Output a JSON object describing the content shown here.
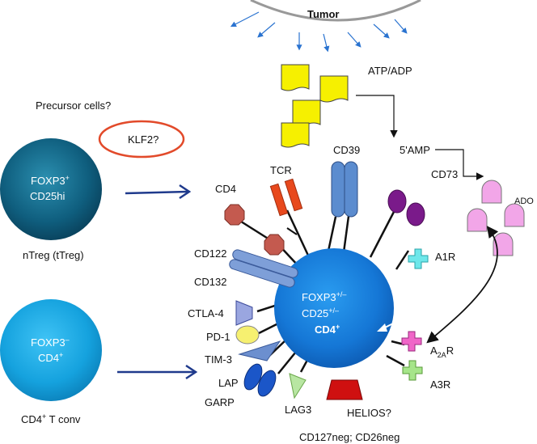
{
  "tumor": {
    "label": "Tumor"
  },
  "atp": {
    "label": "ATP/ADP"
  },
  "amp": {
    "label": "5'AMP"
  },
  "cd73": {
    "label": "CD73"
  },
  "ado": {
    "label": "ADO"
  },
  "precursor": {
    "label": "Precursor cells?"
  },
  "klf2": {
    "label": "KLF2?"
  },
  "ntreg": {
    "foxp3": "FOXP3",
    "foxp3_sup": "+",
    "cd25": "CD25hi",
    "caption": "nTreg (tTreg)"
  },
  "tconv": {
    "foxp3": "FOXP3",
    "foxp3_sup": "–",
    "cd4": "CD4",
    "cd4_sup": "+",
    "caption_pre": "CD4",
    "caption_sup": "+",
    "caption_post": " T conv"
  },
  "center": {
    "foxp3": "FOXP3",
    "foxp3_sup": "+/–",
    "cd25": "CD25",
    "cd25_sup": "+/–",
    "cd4": "CD4",
    "cd4_sup": "+"
  },
  "receptors": {
    "cd39": "CD39",
    "tcr": "TCR",
    "cd4": "CD4",
    "cd122": "CD122",
    "cd132": "CD132",
    "ctla4": "CTLA-4",
    "pd1": "PD-1",
    "tim3": "TIM-3",
    "lap": "LAP",
    "garp": "GARP",
    "lag3": "LAG3",
    "helios": "HELIOS?",
    "a1r": "A1R",
    "a2ar_pre": "A",
    "a2ar_sub": "2A",
    "a2ar_post": "R",
    "a3r": "A3R"
  },
  "footer": {
    "markers": "CD127neg; CD26neg"
  }
}
